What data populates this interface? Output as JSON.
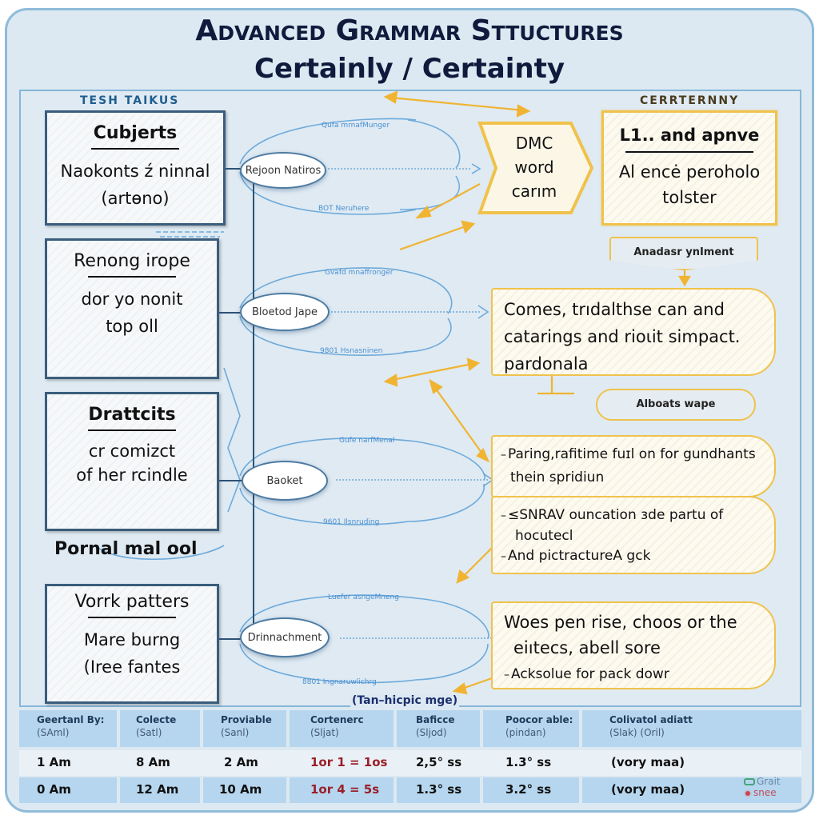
{
  "header": {
    "title": "Advanced Grammar Sttuctures",
    "subtitle": "Certainly / Certainty"
  },
  "sections": {
    "left_label": "TESH TAIKUS",
    "right_label": "CERRTERNNY"
  },
  "left_boxes": [
    {
      "head": "Cubjerts",
      "lines": [
        "Naokonts ź ninnal",
        "(artɵno)"
      ]
    },
    {
      "head": "Renong irope",
      "lines": [
        "dor yo nonit",
        "top oll"
      ]
    },
    {
      "head": "Drattcits",
      "lines": [
        "cr comizct",
        "of her rcindle"
      ]
    },
    {
      "head": "Vorrk patters",
      "lines": [
        "Mare burng",
        "(Iree fantes"
      ]
    }
  ],
  "section_caption": "Pornal mal ool",
  "ovals": [
    {
      "label": "Rejoon Natiros",
      "top_note": "Qufa mrnafMunger",
      "bottom_note": "BOT Neruhere"
    },
    {
      "label": "Bloetod Jape",
      "top_note": "Gvafd mnaffronger",
      "bottom_note": "9801 Hsnasninen"
    },
    {
      "label": "Baoket",
      "top_note": "Gufe narfMenal",
      "bottom_note": "9601 Ilsnruding"
    },
    {
      "label": "Drinnachment",
      "top_note": "Luefer asngeMneng",
      "bottom_note": "8801 Ingnaruwlichrg"
    }
  ],
  "right": {
    "dmc_box": {
      "lines": [
        "DMC",
        "word",
        "carım"
      ]
    },
    "title_box": {
      "head": "L1.. and apnve",
      "lines": [
        "Al encė peroholo",
        "tolster"
      ]
    },
    "tag1": "Anadasr ynIment",
    "box1": {
      "lines": [
        "Comes, trıdalthse can and",
        "catarings and rioιit simpact.",
        "pardonala"
      ]
    },
    "tag2": "Alboats wape",
    "box2": {
      "bullets": [
        "Paring,rafitime fuɪl on for gundhants",
        "thein spridiun"
      ]
    },
    "box3": {
      "bullets": [
        "≤SNRAV ouncation ɜde partu of",
        "hocutecl",
        "And pictractureA gck"
      ]
    },
    "box4": {
      "lines": [
        "Woes pen rise, choos or the",
        "eiıtecs, abell sore"
      ],
      "bullet": "Acksolue for pack dowr"
    }
  },
  "diagram_caption": "(Tan–hicpic mge)",
  "table": {
    "columns": [
      {
        "head": "Geertanl By:",
        "sub": "(SAml)"
      },
      {
        "head": "Colecte",
        "sub": "(Satl)"
      },
      {
        "head": "Proviable",
        "sub": "(Sanl)"
      },
      {
        "head": "Cortenerc",
        "sub": "(Sljat)"
      },
      {
        "head": "Baficce",
        "sub": "(Sljod)"
      },
      {
        "head": "Poocor able:",
        "sub": "(pindan)"
      },
      {
        "head": "Colivatol adiatt",
        "sub": "(Slak) (Oril)"
      }
    ],
    "rows": [
      [
        "1 Am",
        "8 Am",
        "2 Am",
        "1or 1 = 1os",
        "2,5° ss",
        "1.3° ss",
        "(vory maa)"
      ],
      [
        "0 Am",
        "12 Am",
        "10 Am",
        "1or 4 = 5s",
        "1.3° ss",
        "3.2° ss",
        "(vory maa)"
      ]
    ]
  },
  "legend": {
    "item1": "Grait",
    "item2": "snee"
  },
  "colors": {
    "navy_title": "#0f1a3c",
    "blue_accent": "#4a8fd0",
    "yellow_accent": "#f0c24c",
    "red_value": "#9a1f28",
    "table_header": "#b5d6ee"
  }
}
